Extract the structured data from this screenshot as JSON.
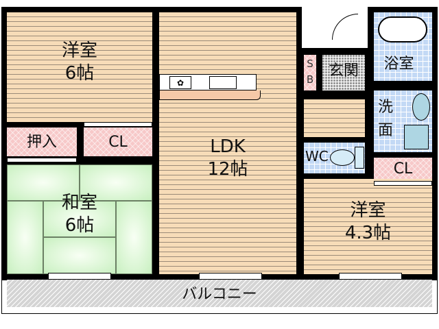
{
  "floorplan": {
    "rooms": {
      "western_room_1": {
        "name": "洋室",
        "size": "6帖"
      },
      "closet_oshiire": {
        "name": "押入"
      },
      "closet_1": {
        "name": "CL"
      },
      "japanese_room": {
        "name": "和室",
        "size": "6帖"
      },
      "ldk": {
        "name": "LDK",
        "size": "12帖"
      },
      "shoe_box_s": "S",
      "shoe_box_b": "B",
      "entrance": {
        "name": "玄関"
      },
      "bathroom": {
        "name": "浴室"
      },
      "washroom_1": "洗",
      "washroom_2": "面",
      "toilet": {
        "name": "WC"
      },
      "closet_2": {
        "name": "CL"
      },
      "western_room_2": {
        "name": "洋室",
        "size": "4.3帖"
      },
      "balcony": {
        "name": "バルコニー"
      }
    },
    "colors": {
      "wood_floor": "#f7dcb8",
      "closet_pink": "#f7c9c9",
      "tile_blue": "#c3d9f5",
      "tatami_green": "#c8f0c0",
      "balcony_gray": "#d4d4d4",
      "wall": "#000000"
    }
  }
}
